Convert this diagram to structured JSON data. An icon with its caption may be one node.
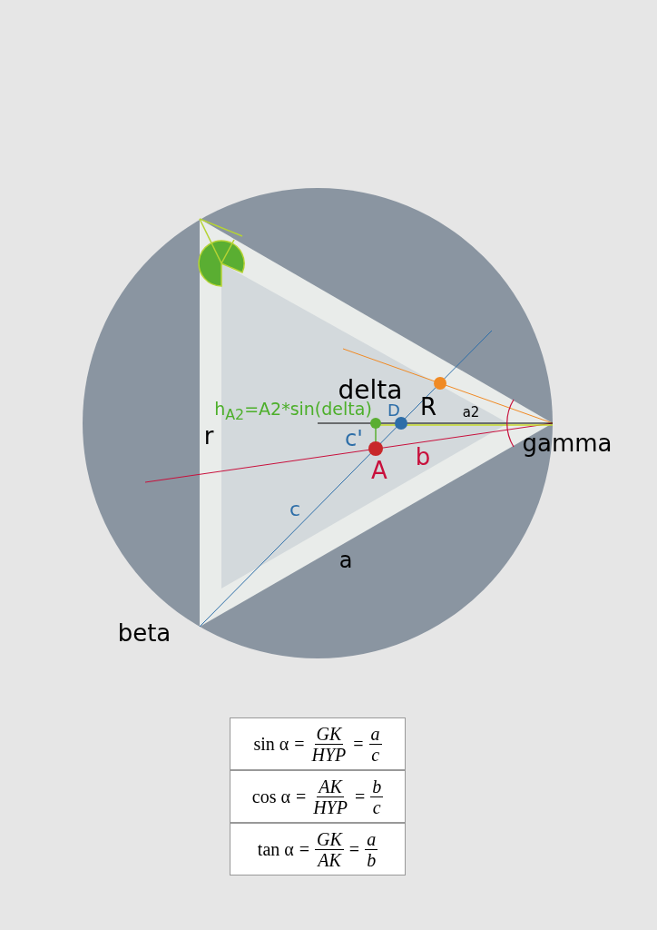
{
  "diagram": {
    "nodes": [
      {
        "text": [
          "sin α",
          "=",
          "GK",
          "HYP",
          "=",
          "a",
          "c"
        ]
      },
      {
        "text": [
          "cos α",
          "=",
          "AK",
          "HYP",
          "=",
          "b",
          "c"
        ]
      },
      {
        "text": [
          "tan α",
          "=",
          "GK",
          "AK",
          "=",
          "a",
          "b"
        ]
      }
    ],
    "labels": [
      "delta",
      "h$_{A2}$=A2*sin(delta)",
      "D",
      "R",
      "a2",
      "r",
      "c'",
      "gamma",
      "A",
      "b",
      "c",
      "a",
      "beta"
    ]
  }
}
